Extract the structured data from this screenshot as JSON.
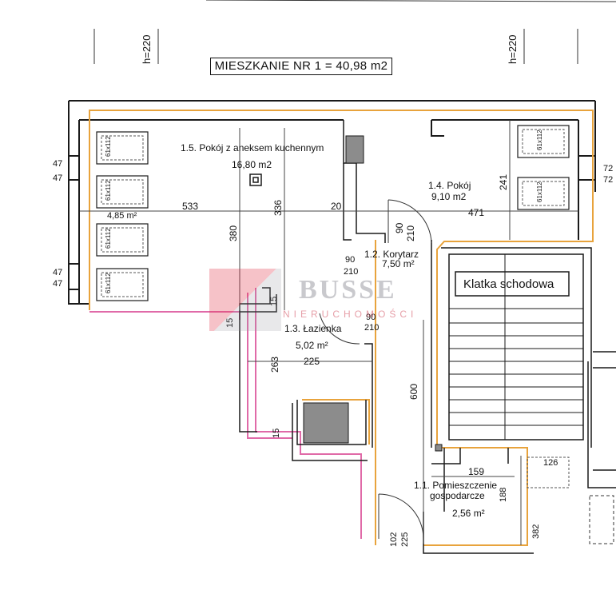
{
  "title": "MIESZKANIE NR 1 = 40,98 m2",
  "heights": {
    "left": "h=220",
    "right": "h=220"
  },
  "rooms": {
    "living": {
      "name": "1.5. Pokój z aneksem kuchennym",
      "area": "16,80 m2"
    },
    "room": {
      "name": "1.4. Pokój",
      "area": "9,10 m2"
    },
    "corridor": {
      "name": "1.2. Korytarz",
      "area": "7,50 m²"
    },
    "bathroom": {
      "name": "1.3. Łazienka",
      "area": "5,02 m²"
    },
    "utility": {
      "name": "1.1. Pomieszczenie",
      "name2": "gospodarcze",
      "area": "2,56 m²"
    },
    "stairwell": {
      "name": "Klatka schodowa"
    },
    "balcony_area": "4,85 m²"
  },
  "windows": [
    "61x112",
    "61x112",
    "61x112",
    "61x112",
    "61x112",
    "61x112"
  ],
  "dimensions": {
    "d533": "533",
    "d336": "336",
    "d380": "380",
    "d20": "20",
    "d471": "471",
    "d241": "241",
    "d210a": "210",
    "d90a": "90",
    "d90b": "90",
    "d210b": "210",
    "d90c": "90",
    "d210c": "210",
    "d15a": "15",
    "d15b": "15",
    "d15c": "15",
    "d263": "263",
    "d225a": "225",
    "d600": "600",
    "d159": "159",
    "d188": "188",
    "d126": "126",
    "d382": "382",
    "d102": "102",
    "d225b": "225",
    "w47a": "47",
    "w47b": "47",
    "w47c": "47",
    "w47d": "47",
    "w72a": "72",
    "w72b": "72"
  },
  "watermark": {
    "name": "BUSSE",
    "sub": "NIERUCHOMOŚCI"
  },
  "colors": {
    "wall_accent": "#e8a33c",
    "wall_pink": "#e06aa8",
    "wall": "#1a1a1a",
    "fill": "#8c8c8c"
  }
}
